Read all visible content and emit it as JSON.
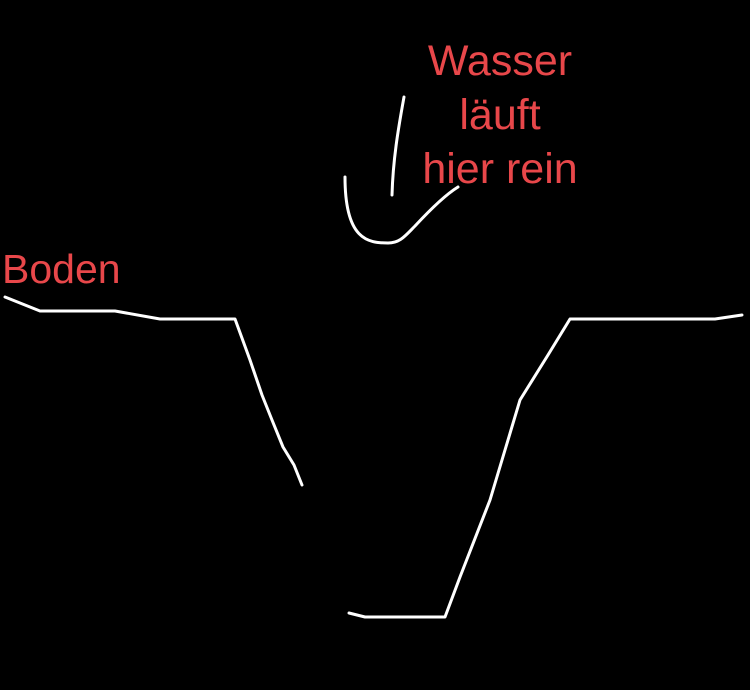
{
  "labels": {
    "ground": "Boden",
    "water_line1": "Wasser",
    "water_line2": "läuft",
    "water_line3": "hier rein"
  },
  "colors": {
    "background": "#000000",
    "text": "#e8474a",
    "stroke": "#ffffff"
  }
}
